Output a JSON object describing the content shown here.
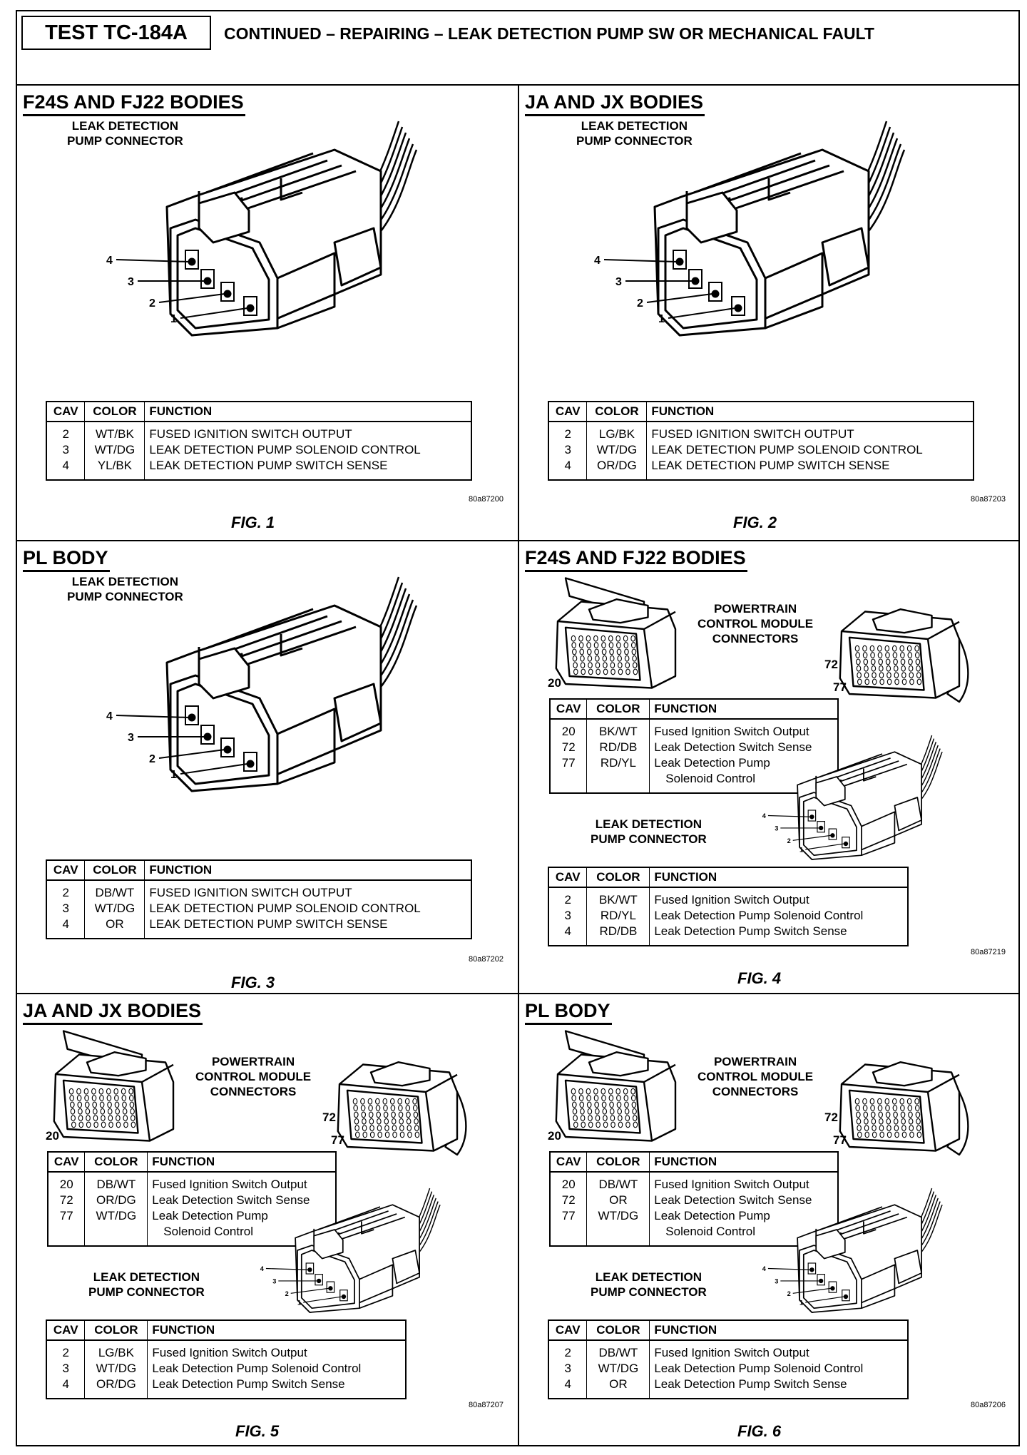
{
  "header": {
    "test_id": "TEST TC-184A",
    "title": "CONTINUED – REPAIRING – LEAK DETECTION PUMP SW OR MECHANICAL FAULT"
  },
  "table_headers": {
    "cav": "CAV",
    "color": "COLOR",
    "function": "FUNCTION"
  },
  "panels": [
    {
      "title": "F24S AND FJ22 BODIES",
      "connector_label": [
        "LEAK DETECTION",
        "PUMP CONNECTOR"
      ],
      "pin_labels": [
        "4",
        "3",
        "2",
        "1"
      ],
      "rows": [
        {
          "cav": "2",
          "color": "WT/BK",
          "function": "FUSED IGNITION SWITCH OUTPUT"
        },
        {
          "cav": "3",
          "color": "WT/DG",
          "function": "LEAK DETECTION PUMP SOLENOID CONTROL"
        },
        {
          "cav": "4",
          "color": "YL/BK",
          "function": "LEAK DETECTION PUMP SWITCH SENSE"
        }
      ],
      "fig_id": "80a87200",
      "caption": "FIG. 1"
    },
    {
      "title": "JA AND JX BODIES",
      "connector_label": [
        "LEAK DETECTION",
        "PUMP CONNECTOR"
      ],
      "pin_labels": [
        "4",
        "3",
        "2",
        "1"
      ],
      "rows": [
        {
          "cav": "2",
          "color": "LG/BK",
          "function": "FUSED IGNITION SWITCH OUTPUT"
        },
        {
          "cav": "3",
          "color": "WT/DG",
          "function": "LEAK DETECTION PUMP SOLENOID CONTROL"
        },
        {
          "cav": "4",
          "color": "OR/DG",
          "function": "LEAK DETECTION PUMP SWITCH SENSE"
        }
      ],
      "fig_id": "80a87203",
      "caption": "FIG. 2"
    },
    {
      "title": "PL BODY",
      "connector_label": [
        "LEAK DETECTION",
        "PUMP CONNECTOR"
      ],
      "pin_labels": [
        "4",
        "3",
        "2",
        "1"
      ],
      "rows": [
        {
          "cav": "2",
          "color": "DB/WT",
          "function": "FUSED IGNITION SWITCH OUTPUT"
        },
        {
          "cav": "3",
          "color": "WT/DG",
          "function": "LEAK DETECTION PUMP SOLENOID CONTROL"
        },
        {
          "cav": "4",
          "color": "OR",
          "function": "LEAK DETECTION PUMP SWITCH SENSE"
        }
      ],
      "fig_id": "80a87202",
      "caption": "FIG. 3"
    },
    {
      "title": "F24S AND FJ22 BODIES",
      "pcm_label": [
        "POWERTRAIN",
        "CONTROL MODULE",
        "CONNECTORS"
      ],
      "pcm_pins": [
        "20",
        "72",
        "77"
      ],
      "pcm_rows": [
        {
          "cav": "20",
          "color": "BK/WT",
          "function": [
            "Fused Ignition Switch Output"
          ]
        },
        {
          "cav": "72",
          "color": "RD/DB",
          "function": [
            "Leak Detection Switch Sense"
          ]
        },
        {
          "cav": "77",
          "color": "RD/YL",
          "function": [
            "Leak Detection Pump",
            "Solenoid Control"
          ]
        }
      ],
      "connector_label": [
        "LEAK DETECTION",
        "PUMP CONNECTOR"
      ],
      "pin_labels": [
        "4",
        "3",
        "2",
        "1"
      ],
      "rows": [
        {
          "cav": "2",
          "color": "BK/WT",
          "function": "Fused Ignition Switch Output"
        },
        {
          "cav": "3",
          "color": "RD/YL",
          "function": "Leak Detection Pump Solenoid Control"
        },
        {
          "cav": "4",
          "color": "RD/DB",
          "function": "Leak Detection Pump Switch Sense"
        }
      ],
      "fig_id": "80a87219",
      "caption": "FIG. 4"
    },
    {
      "title": "JA AND JX BODIES",
      "pcm_label": [
        "POWERTRAIN",
        "CONTROL MODULE",
        "CONNECTORS"
      ],
      "pcm_pins": [
        "20",
        "72",
        "77"
      ],
      "pcm_rows": [
        {
          "cav": "20",
          "color": "DB/WT",
          "function": [
            "Fused Ignition Switch Output"
          ]
        },
        {
          "cav": "72",
          "color": "OR/DG",
          "function": [
            "Leak Detection Switch Sense"
          ]
        },
        {
          "cav": "77",
          "color": "WT/DG",
          "function": [
            "Leak Detection Pump",
            "Solenoid Control"
          ]
        }
      ],
      "connector_label": [
        "LEAK DETECTION",
        "PUMP CONNECTOR"
      ],
      "pin_labels": [
        "4",
        "3",
        "2",
        "1"
      ],
      "rows": [
        {
          "cav": "2",
          "color": "LG/BK",
          "function": "Fused Ignition Switch Output"
        },
        {
          "cav": "3",
          "color": "WT/DG",
          "function": "Leak Detection Pump Solenoid Control"
        },
        {
          "cav": "4",
          "color": "OR/DG",
          "function": "Leak Detection Pump Switch Sense"
        }
      ],
      "fig_id": "80a87207",
      "caption": "FIG. 5"
    },
    {
      "title": "PL BODY",
      "pcm_label": [
        "POWERTRAIN",
        "CONTROL MODULE",
        "CONNECTORS"
      ],
      "pcm_pins": [
        "20",
        "72",
        "77"
      ],
      "pcm_rows": [
        {
          "cav": "20",
          "color": "DB/WT",
          "function": [
            "Fused Ignition Switch Output"
          ]
        },
        {
          "cav": "72",
          "color": "OR",
          "function": [
            "Leak Detection Switch Sense"
          ]
        },
        {
          "cav": "77",
          "color": "WT/DG",
          "function": [
            "Leak Detection Pump",
            "Solenoid Control"
          ]
        }
      ],
      "connector_label": [
        "LEAK DETECTION",
        "PUMP CONNECTOR"
      ],
      "pin_labels": [
        "4",
        "3",
        "2",
        "1"
      ],
      "rows": [
        {
          "cav": "2",
          "color": "DB/WT",
          "function": "Fused Ignition Switch Output"
        },
        {
          "cav": "3",
          "color": "WT/DG",
          "function": "Leak Detection Pump Solenoid Control"
        },
        {
          "cav": "4",
          "color": "OR",
          "function": "Leak Detection Pump Switch Sense"
        }
      ],
      "fig_id": "80a87206",
      "caption": "FIG. 6"
    }
  ]
}
